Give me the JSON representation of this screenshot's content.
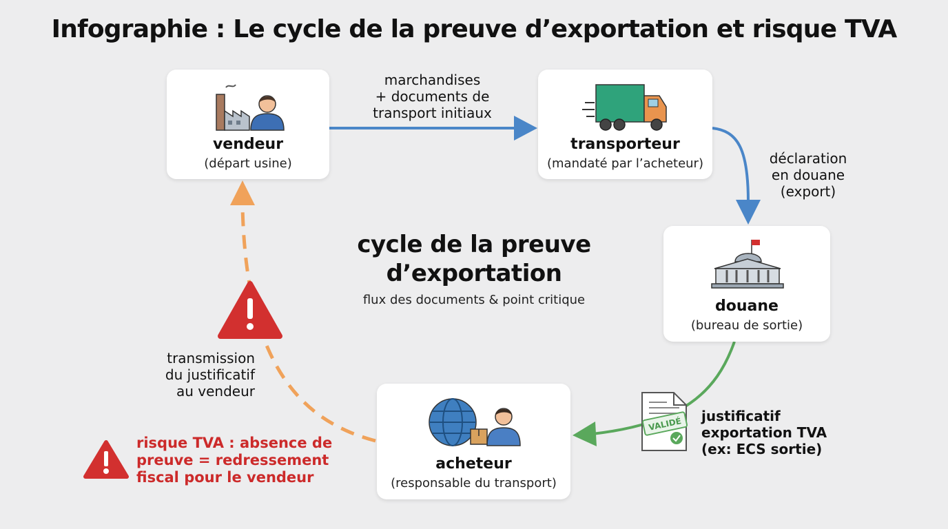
{
  "title": "Infographie : Le cycle de la preuve d’exportation et risque TVA",
  "nodes": {
    "vendeur": {
      "name": "vendeur",
      "sub": "(départ usine)"
    },
    "transporteur": {
      "name": "transporteur",
      "sub": "(mandaté par l’acheteur)"
    },
    "douane": {
      "name": "douane",
      "sub": "(bureau de sortie)"
    },
    "acheteur": {
      "name": "acheteur",
      "sub": "(responsable du transport)"
    }
  },
  "edges": {
    "vendeur_transporteur": [
      "marchandises",
      "+ documents de",
      "transport initiaux"
    ],
    "transporteur_douane": [
      "déclaration",
      "en douane",
      "(export)"
    ],
    "douane_acheteur": [
      "justificatif",
      "exportation TVA",
      "(ex: ECS sortie)"
    ],
    "acheteur_vendeur": [
      "transmission",
      "du justificatif",
      "au vendeur"
    ]
  },
  "center": {
    "title_lines": [
      "cycle de la preuve",
      "d’exportation"
    ],
    "subtitle": "flux des documents & point critique"
  },
  "document_stamp": "VALIDÉ",
  "risk": {
    "lines": [
      "risque TVA : absence de",
      "preuve = redressement",
      "fiscal pour le vendeur"
    ]
  },
  "icons": {
    "vendeur": [
      "factory-icon",
      "person-icon"
    ],
    "transporteur": [
      "truck-icon"
    ],
    "douane": [
      "customs-building-icon"
    ],
    "acheteur": [
      "globe-icon",
      "person-with-box-icon"
    ],
    "document": "validated-document-icon",
    "warnings": [
      "warning-triangle-icon",
      "warning-triangle-icon"
    ]
  },
  "colors": {
    "blue_arrow": "#4a86c8",
    "green_arrow": "#5aa85c",
    "orange_arrow": "#f0a25a",
    "risk_red": "#d2302f"
  }
}
